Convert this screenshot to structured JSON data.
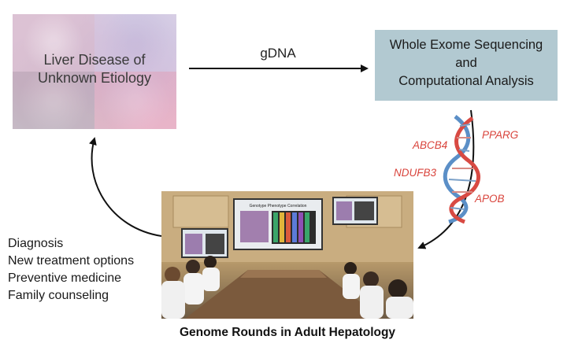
{
  "liver": {
    "line1": "Liver Disease of",
    "line2": "Unknown Etiology"
  },
  "arrow_label": "gDNA",
  "wes": {
    "line1": "Whole Exome Sequencing",
    "line2": "and",
    "line3": "Computational Analysis"
  },
  "genes": [
    "PPARG",
    "ABCB4",
    "NDUFB3",
    "APOB"
  ],
  "screen_title": "Genotype Phenotype Correlation",
  "outcomes": [
    "Diagnosis",
    "New treatment options",
    "Preventive medicine",
    "Family counseling"
  ],
  "caption": "Genome Rounds in Adult Hepatology",
  "colors": {
    "wes_box": "#b2c9d1",
    "gene_text": "#d9443c",
    "helix_blue": "#5b8fc7",
    "helix_red": "#d84a43"
  }
}
